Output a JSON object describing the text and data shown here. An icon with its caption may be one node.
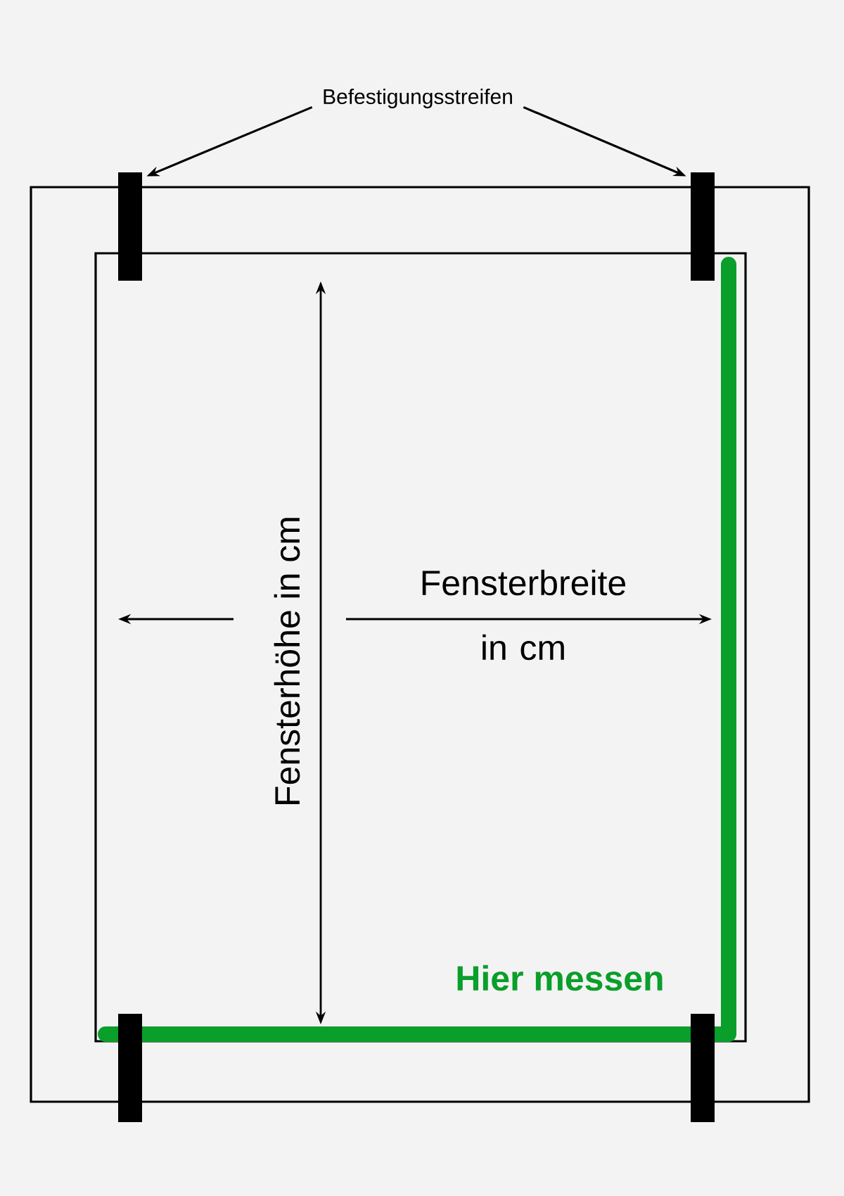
{
  "diagram": {
    "nodes": [
      {
        "text": [
          "Befestigungsstreifen"
        ]
      },
      {
        "text": [],
        "shape": "bar"
      },
      {
        "text": [],
        "shape": "bar"
      },
      {
        "text": [],
        "shape": "bar"
      },
      {
        "text": [],
        "shape": "bar"
      }
    ],
    "edges": [
      {
        "from": 0,
        "to": 1,
        "arrow": "to"
      },
      {
        "from": 0,
        "to": 2,
        "arrow": "to"
      }
    ],
    "labels": [
      "Fensterhöhe in cm",
      "Fensterbreite in cm",
      "Hier messen"
    ]
  }
}
